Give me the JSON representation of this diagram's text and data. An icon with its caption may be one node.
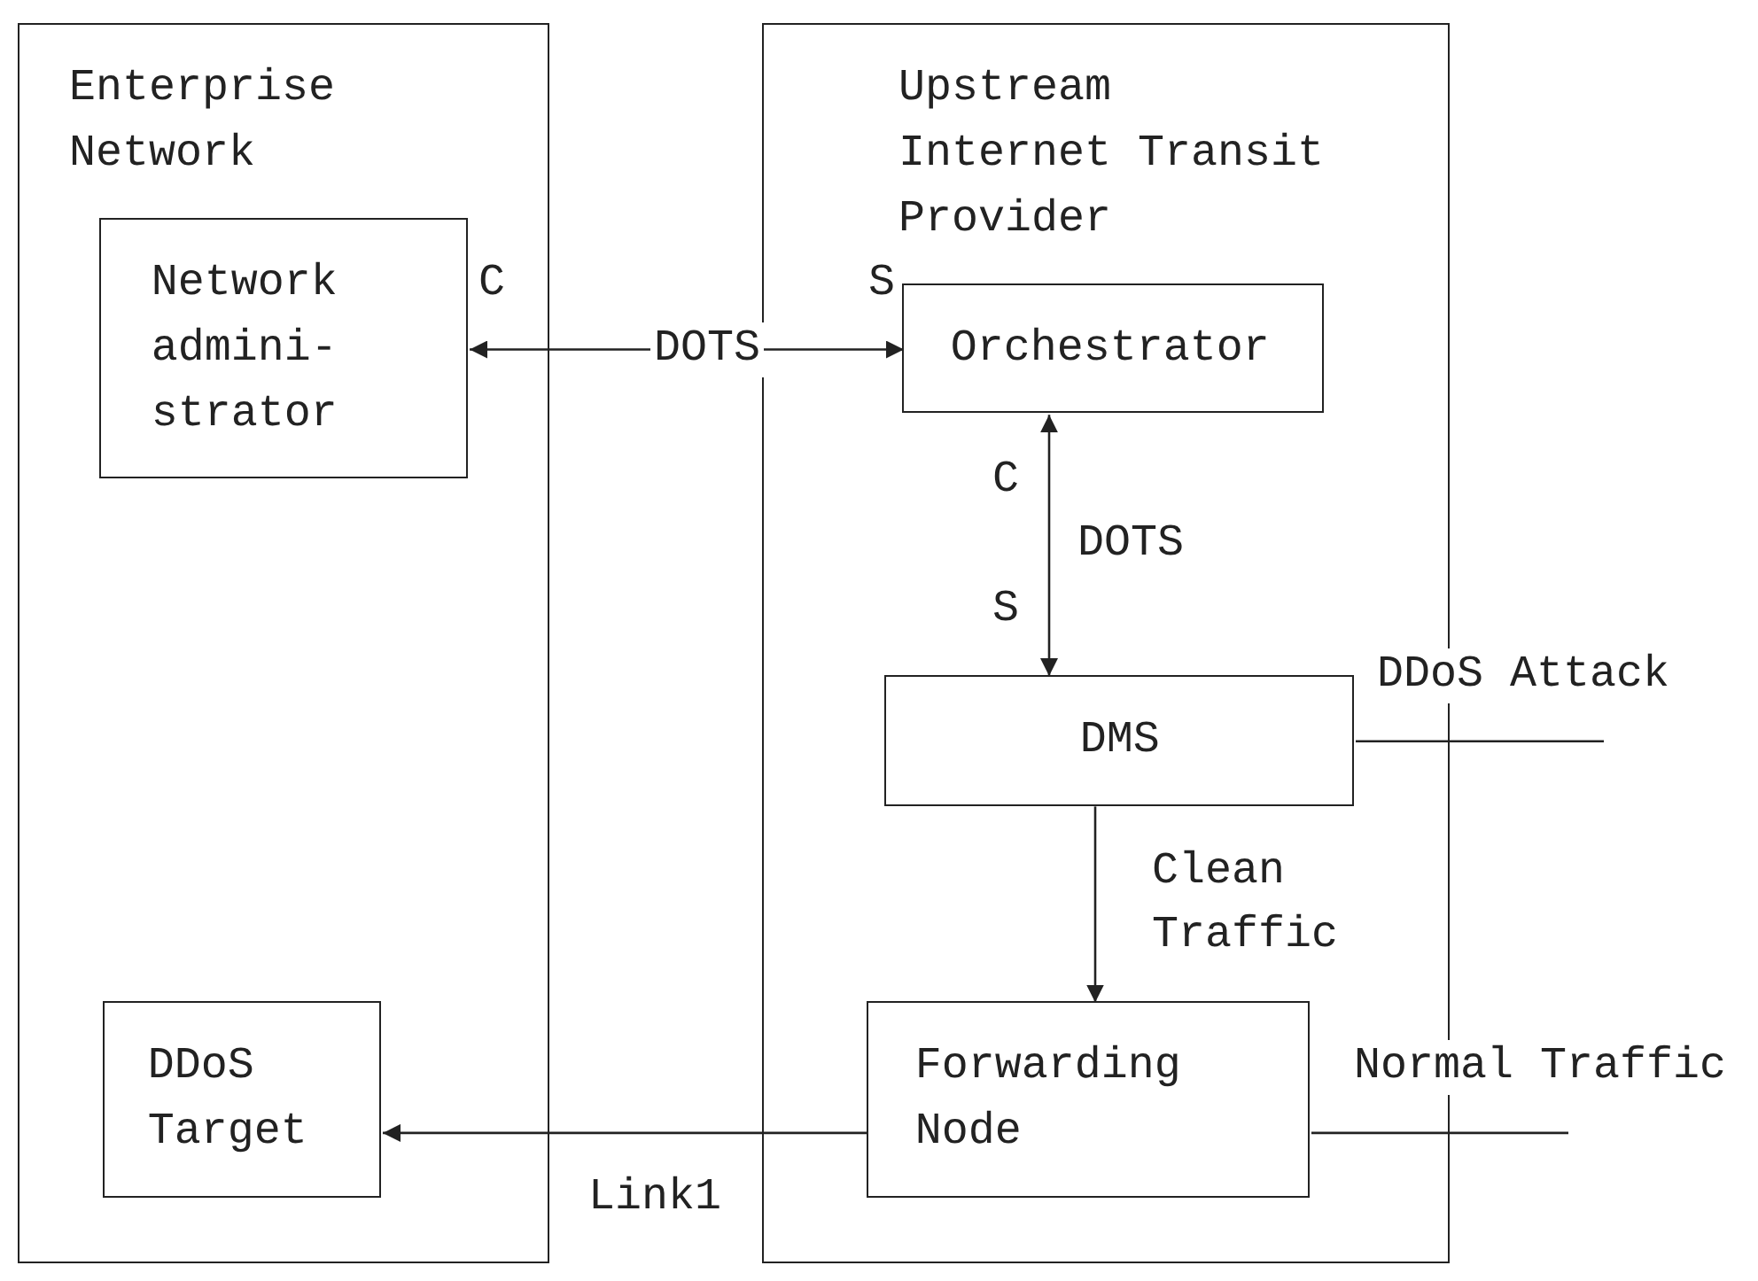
{
  "diagram": {
    "nodes": [
      {
        "text": [
          "Enterprise Network"
        ]
      },
      {
        "text": [
          "Network admini- strator"
        ],
        "in": 0,
        "beside": [
          "C"
        ]
      },
      {
        "text": [
          "DDoS Target"
        ],
        "in": 0
      },
      {
        "text": [
          "Upstream Internet Transit Provider"
        ]
      },
      {
        "text": [
          "Orchestrator"
        ],
        "in": 3,
        "beside": [
          "S"
        ]
      },
      {
        "text": [
          "DMS"
        ],
        "in": 3
      },
      {
        "text": [
          "Forwarding Node"
        ],
        "in": 3
      }
    ],
    "edges": [
      {
        "from": 1,
        "to": 4,
        "arrow": "both",
        "label": "DOTS"
      },
      {
        "from": 4,
        "to": 5,
        "arrow": "both",
        "label": "DOTS"
      },
      {
        "from": null,
        "to": 5,
        "arrow": "none",
        "label": "DDoS Attack"
      },
      {
        "from": 5,
        "to": 6,
        "arrow": "to",
        "label": "Clean Traffic"
      },
      {
        "from": null,
        "to": 6,
        "arrow": "none",
        "label": "Normal Traffic"
      },
      {
        "from": 6,
        "to": 2,
        "arrow": "to"
      }
    ],
    "labels": [
      "C",
      "S",
      "Link1"
    ]
  }
}
